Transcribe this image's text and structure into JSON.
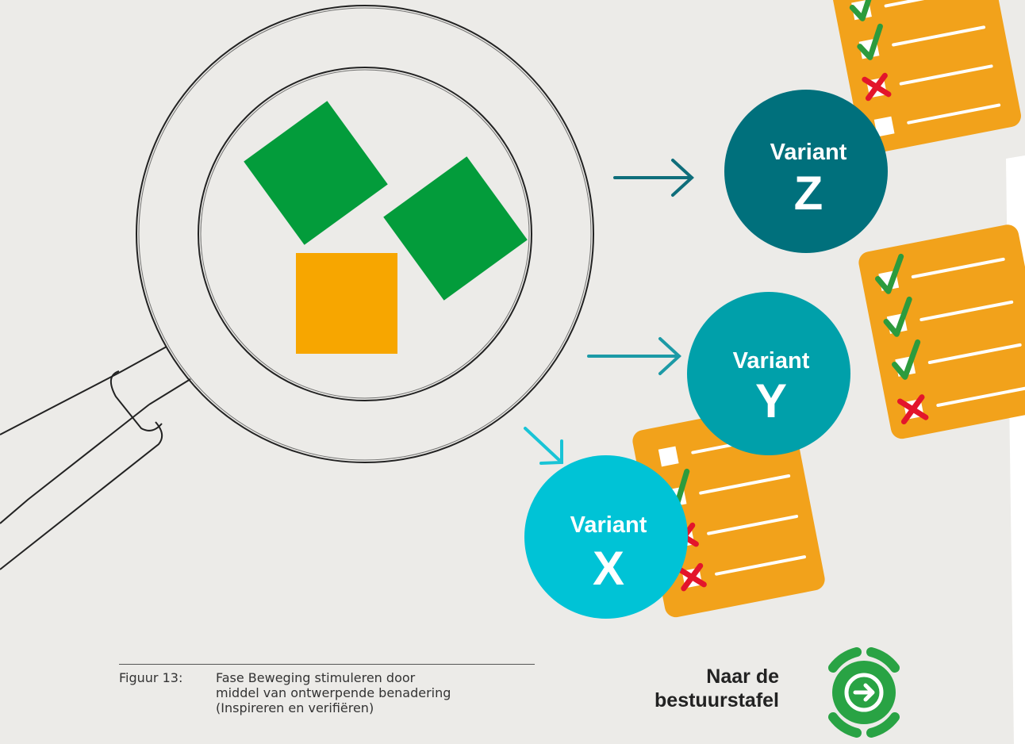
{
  "figure": {
    "variants": [
      {
        "label": "Variant",
        "letter": "Z",
        "color": "#00707c"
      },
      {
        "label": "Variant",
        "letter": "Y",
        "color": "#00a0aa"
      },
      {
        "label": "Variant",
        "letter": "X",
        "color": "#00c3d6"
      }
    ],
    "colors": {
      "checklist": "#f2a21b",
      "square_green": "#039c3b",
      "square_orange": "#f7a600",
      "check": "#2c9b3d",
      "cross": "#e3152b",
      "arrow_dark": "#0f6e7b",
      "arrow_mid": "#1c9aa6",
      "arrow_light": "#19c4d6"
    }
  },
  "caption": {
    "number": "Figuur 13:",
    "line1": "Fase Beweging stimuleren door",
    "line2": "middel van ontwerpende benadering",
    "line3": "(Inspireren en verifiëren)"
  },
  "nav": {
    "line1": "Naar de",
    "line2": "bestuurstafel",
    "icon": "arrow-right-icon",
    "color": "#29a344"
  }
}
